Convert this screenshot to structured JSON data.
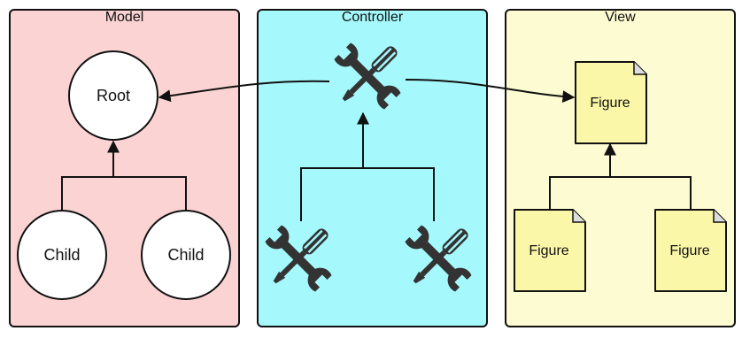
{
  "panels": {
    "model": {
      "title": "Model",
      "color": "#fbd3d3"
    },
    "controller": {
      "title": "Controller",
      "color": "#a5f8fb"
    },
    "view": {
      "title": "View",
      "color": "#fdfbd2"
    }
  },
  "model": {
    "root_label": "Root",
    "children": [
      "Child",
      "Child"
    ]
  },
  "controller": {
    "icons": [
      "wrench-screwdriver-icon",
      "wrench-screwdriver-icon",
      "wrench-screwdriver-icon"
    ]
  },
  "view": {
    "parent_label": "Figure",
    "children": [
      "Figure",
      "Figure"
    ],
    "figure_color": "#fbf7a8"
  }
}
